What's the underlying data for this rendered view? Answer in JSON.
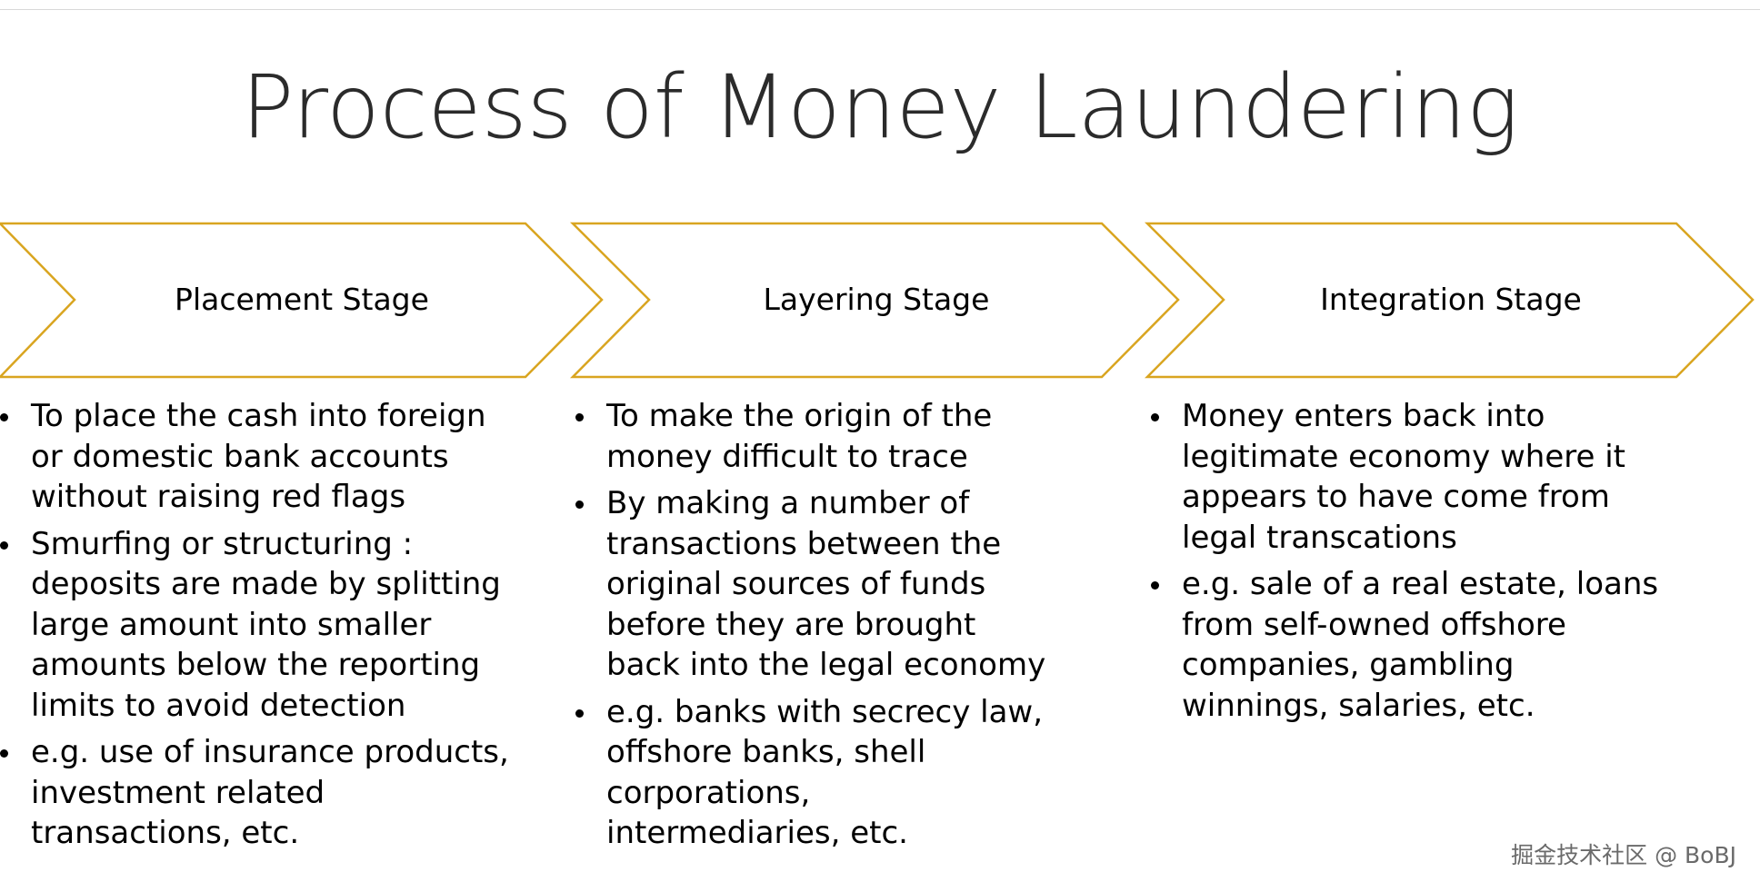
{
  "title": "Process of Money Laundering",
  "colors": {
    "chevron_stroke": "#d9a520",
    "title_text": "#2b2b2b",
    "body_text": "#000000"
  },
  "stages": [
    {
      "label": "Placement Stage",
      "bullets": [
        "To place the cash into foreign or domestic bank accounts without raising red flags",
        "Smurfing or structuring : deposits are made by splitting large amount into smaller amounts below the reporting limits to avoid detection",
        "e.g. use of insurance products, investment related transactions, etc."
      ]
    },
    {
      "label": "Layering Stage",
      "bullets": [
        "To make the origin of the money difficult to trace",
        "By making a number of transactions between the original sources of funds before they are brought back into the legal economy",
        "e.g. banks with secrecy law, offshore banks, shell corporations, intermediaries, etc."
      ]
    },
    {
      "label": "Integration Stage",
      "bullets": [
        "Money enters back into legitimate economy where it appears to have come from legal transcations",
        "e.g. sale of a real estate, loans from self-owned offshore companies, gambling winnings, salaries, etc."
      ]
    }
  ],
  "watermark": "掘金技术社区 @ BoBJ"
}
